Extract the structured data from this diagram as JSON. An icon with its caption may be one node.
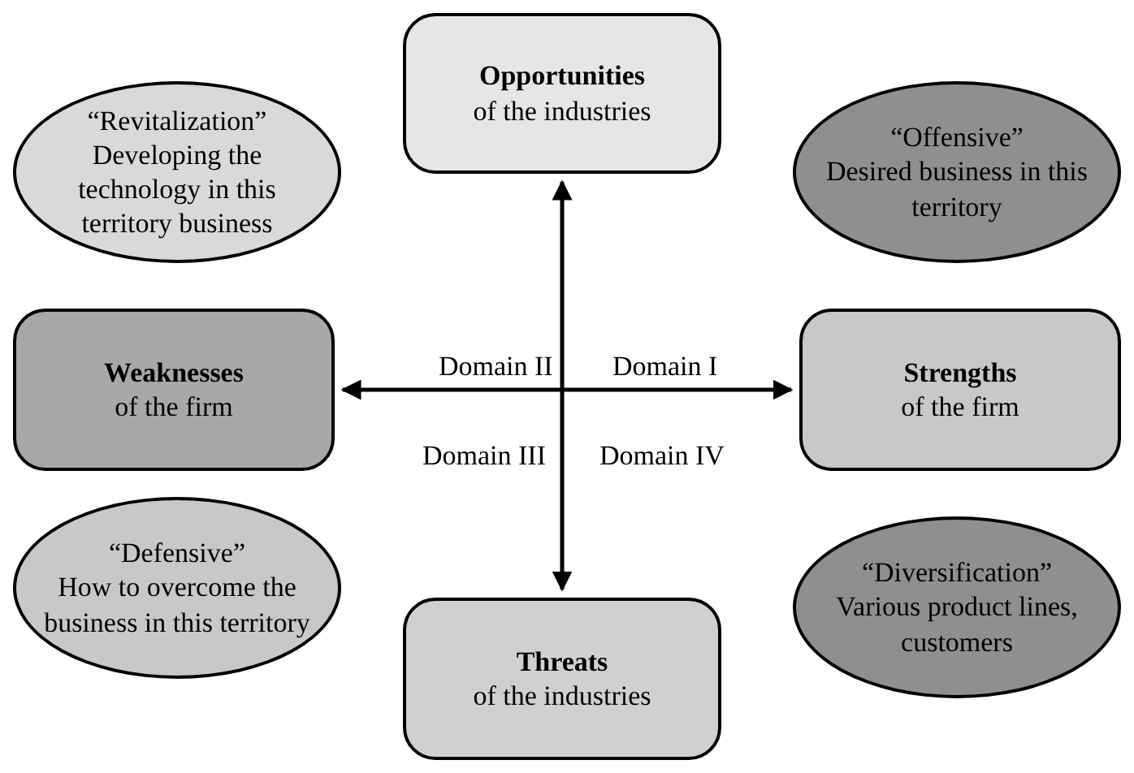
{
  "diagram": {
    "nodes": [
      {
        "text": [
          "Opportunities",
          "of the industries"
        ]
      },
      {
        "text": [
          "“Revitalization”",
          "Developing the technology in this territory business"
        ]
      },
      {
        "text": [
          "“Offensive”",
          "Desired business in this territory"
        ]
      },
      {
        "text": [
          "Weaknesses",
          "of the firm"
        ]
      },
      {
        "text": [
          "Strengths",
          "of the firm"
        ]
      },
      {
        "text": [
          "“Defensive”",
          "How to overcome the business in this territory"
        ]
      },
      {
        "text": [
          "“Diversification”",
          "Various product lines, customers"
        ]
      },
      {
        "text": [
          "Threats",
          "of the industries"
        ]
      }
    ],
    "edges": [
      {
        "from": 0,
        "to": 7,
        "arrow": "both"
      },
      {
        "from": 3,
        "to": 4,
        "arrow": "both"
      }
    ],
    "labels": [
      "Domain II",
      "Domain I",
      "Domain III",
      "Domain IV"
    ]
  }
}
